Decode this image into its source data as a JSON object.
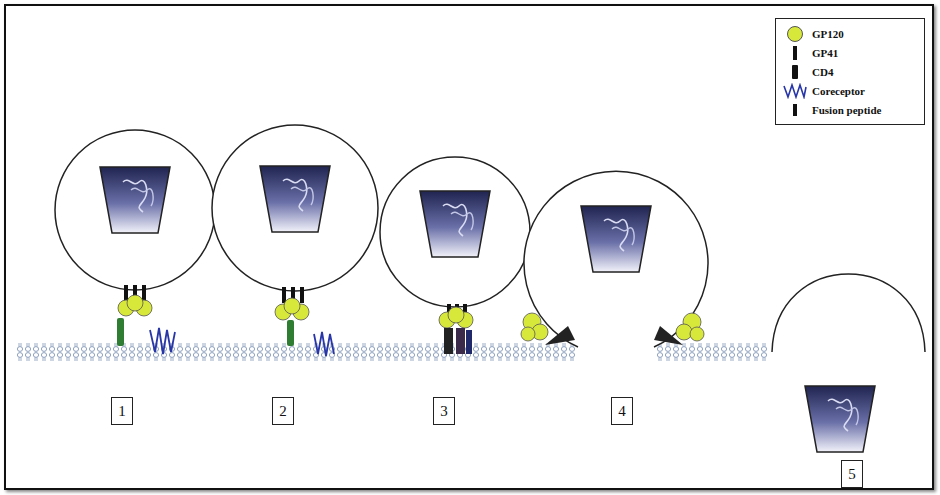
{
  "diagram": {
    "nodes": [
      {
        "text": [
          "1"
        ]
      },
      {
        "text": [
          "2"
        ]
      },
      {
        "text": [
          "3"
        ]
      },
      {
        "text": [
          "4"
        ]
      },
      {
        "text": [
          "5"
        ]
      }
    ],
    "legend": [
      {
        "text": "GP120",
        "color": "#d8e83a"
      },
      {
        "text": "GP41"
      },
      {
        "text": "CD4"
      },
      {
        "text": "Coreceptor"
      },
      {
        "text": "Fusion peptide"
      }
    ]
  }
}
